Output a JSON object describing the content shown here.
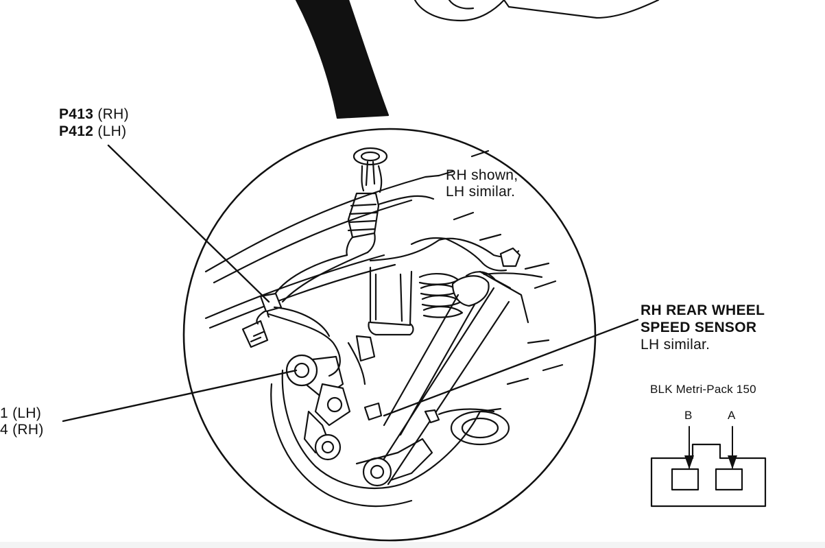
{
  "labels": {
    "connector_rh_id": "P413",
    "connector_rh_side": "(RH)",
    "connector_lh_id": "P412",
    "connector_lh_side": "(LH)",
    "note_line1": "RH shown,",
    "note_line2": "LH similar.",
    "sensor_line1": "RH REAR WHEEL",
    "sensor_line2": "SPEED SENSOR",
    "sensor_line3": "LH similar.",
    "left_line1": "1 (LH)",
    "left_line2": "4 (RH)"
  },
  "connector_view": {
    "title": "BLK Metri-Pack 150",
    "pin_b": "B",
    "pin_a": "A"
  }
}
